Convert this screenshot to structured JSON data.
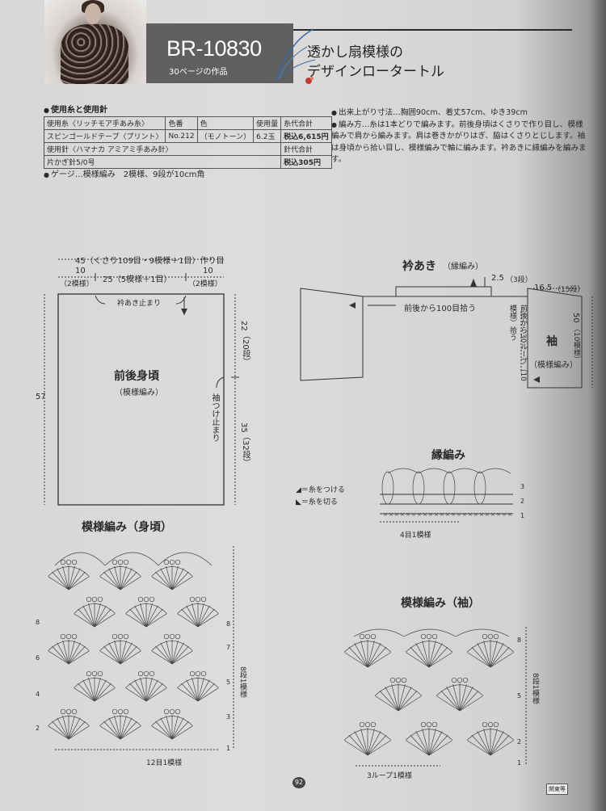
{
  "header": {
    "model_number": "BR-10830",
    "page_reference": "30ページの作品",
    "title_line1": "透かし扇模様の",
    "title_line2": "デザインロータートル"
  },
  "materials": {
    "heading": "使用糸と使用針",
    "table": {
      "header": [
        "使用糸〈リッチモア手あみ糸〉",
        "色番",
        "色",
        "使用量",
        "糸代合計"
      ],
      "yarn_row": [
        "スピンゴールドテープ〈プリント〉",
        "No.212",
        "（モノトーン）",
        "6.2玉",
        "税込6,615円"
      ],
      "needle_header": [
        "使用針〈ハマナカ アミアミ手あみ針〉",
        "針代合計"
      ],
      "needle_row": [
        "片かぎ針5/0号",
        "税込305円"
      ]
    },
    "gauge": "ゲージ…模様編み　2模様、9段が10cm角"
  },
  "info": {
    "size": "出来上がり寸法…胸囲90cm、着丈57cm、ゆき39cm",
    "method": "編み方…糸は1本どりで編みます。前後身頃はくさりで作り目し、模様編みで肩から編みます。肩は巻きかがりはぎ、脇はくさりとじします。袖は身頃から拾い目し、模様編みで輪に編みます。衿あきに縁編みを編みます。"
  },
  "body_diagram": {
    "top_width": "45（くさり109目・9模様＋1目）作り目",
    "left_width": "10",
    "left_width_sub": "（2模様）",
    "center_width": "25（5模様＋1目）",
    "right_width": "10",
    "right_width_sub": "（2模様）",
    "neck_stop": "衿あき止まり",
    "title": "前後身頃",
    "subtitle": "（模様編み）",
    "height": "57",
    "upper_height": "22",
    "upper_rows": "（20段）",
    "lower_height": "35",
    "lower_rows": "（32段）",
    "sleeve_stop": "袖つけ止まり"
  },
  "neck_diagram": {
    "title": "衿あき",
    "subtitle": "（縁編み）",
    "edge_height": "2.5",
    "edge_rows": "（3段）",
    "pick_up": "前後から100目拾う",
    "sleeve_width": "16.5",
    "sleeve_rows": "（15段）",
    "sleeve_pick": "前後から30ループ（10模様）拾う",
    "sleeve_title": "袖",
    "sleeve_sub": "（模様編み）",
    "sleeve_len": "50",
    "sleeve_len_sub": "（10模様）"
  },
  "edge_chart": {
    "title": "縁編み",
    "legend_attach": "＝糸をつける",
    "legend_cut": "＝糸を切る",
    "repeat": "4目1模様",
    "rows": [
      "3",
      "2",
      "1"
    ]
  },
  "body_chart": {
    "title": "模様編み（身頃）",
    "left_rows": [
      "8",
      "6",
      "4",
      "2"
    ],
    "right_rows": [
      "8",
      "7",
      "5",
      "3",
      "1"
    ],
    "repeat_rows": "8段1模様",
    "repeat_stitches": "12目1模様"
  },
  "sleeve_chart": {
    "title": "模様編み（袖）",
    "right_rows": [
      "8",
      "5",
      "2",
      "1"
    ],
    "repeat_rows": "8段1模様",
    "repeat_loops": "3ループ1模様"
  },
  "footer": {
    "page_number": "92",
    "tag": "関東等"
  }
}
